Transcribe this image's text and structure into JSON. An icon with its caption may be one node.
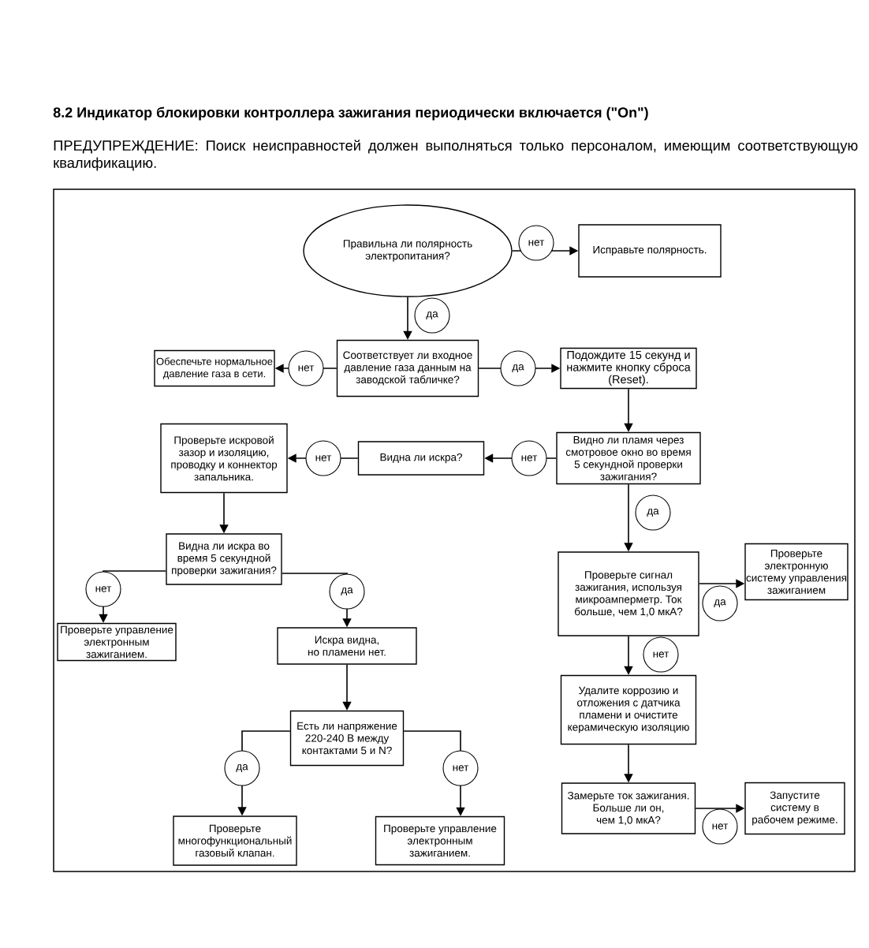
{
  "diagram": {
    "title": "8.2 Индикатор блокировки контроллера зажигания периодически включается (\"On\")",
    "nodes": [
      {
        "text": [
          "Правильна ли полярность электропитания?"
        ]
      },
      {
        "text": [
          "Исправьте полярность."
        ]
      },
      {
        "text": [
          "Соответствует ли входное давление газа данным на заводской табличке?"
        ]
      },
      {
        "text": [
          "Обеспечьте нормальное давление газа в сети."
        ]
      },
      {
        "text": [
          "Подождите 15 секунд и нажмите кнопку сброса (Reset)."
        ]
      },
      {
        "text": [
          "Видно ли пламя через смотровое окно во время 5 секундной проверки зажигания?"
        ]
      },
      {
        "text": [
          "Видна ли искра?"
        ]
      },
      {
        "text": [
          "Проверьте искровой зазор и изоляцию, проводку и коннектор запальника."
        ]
      },
      {
        "text": [
          "Видна ли искра во время 5 секундной проверки зажигания?"
        ]
      },
      {
        "text": [
          "Проверьте управление электронным зажиганием."
        ]
      },
      {
        "text": [
          "Искра видна, но пламени нет."
        ]
      },
      {
        "text": [
          "Есть ли напряжение 220-240 В между контактами 5 и N?"
        ]
      },
      {
        "text": [
          "Проверьте многофункциональный газовый клапан."
        ]
      },
      {
        "text": [
          "Проверьте управление электронным зажиганием."
        ]
      },
      {
        "text": [
          "Проверьте сигнал зажигания, используя микроамперметр. Ток больше, чем 1,0 мкА?"
        ]
      },
      {
        "text": [
          "Проверьте электронную систему управления зажиганием"
        ]
      },
      {
        "text": [
          "Удалите коррозию и отложения с датчика пламени и очистите керамическую изоляцию"
        ]
      },
      {
        "text": [
          "Замерьте ток зажигания. Больше ли он, чем 1,0 мкА?"
        ]
      },
      {
        "text": [
          "Запустите систему в рабочем режиме."
        ]
      }
    ],
    "edges": [
      {
        "from": 0,
        "to": 1,
        "arrow": "to",
        "label": "нет"
      },
      {
        "from": 0,
        "to": 2,
        "arrow": "to",
        "label": "да"
      },
      {
        "from": 2,
        "to": 3,
        "arrow": "to",
        "label": "нет"
      },
      {
        "from": 2,
        "to": 4,
        "arrow": "to",
        "label": "да"
      },
      {
        "from": 4,
        "to": 5,
        "arrow": "to"
      },
      {
        "from": 5,
        "to": 6,
        "arrow": "to",
        "label": "нет"
      },
      {
        "from": 6,
        "to": 7,
        "arrow": "to",
        "label": "нет"
      },
      {
        "from": 7,
        "to": 8,
        "arrow": "to"
      },
      {
        "from": 8,
        "to": 9,
        "arrow": "to",
        "label": "нет"
      },
      {
        "from": 8,
        "to": 10,
        "arrow": "to",
        "label": "да"
      },
      {
        "from": 10,
        "to": 11,
        "arrow": "to"
      },
      {
        "from": 11,
        "to": 12,
        "arrow": "to",
        "label": "да"
      },
      {
        "from": 11,
        "to": 13,
        "arrow": "to",
        "label": "нет"
      },
      {
        "from": 5,
        "to": 14,
        "arrow": "to",
        "label": "да"
      },
      {
        "from": 14,
        "to": 15,
        "arrow": "to",
        "label": "да"
      },
      {
        "from": 14,
        "to": 16,
        "arrow": "to",
        "label": "нет"
      },
      {
        "from": 16,
        "to": 17,
        "arrow": "to"
      },
      {
        "from": 17,
        "to": 18,
        "arrow": "to",
        "label": "нет"
      }
    ],
    "labels": [
      "ПРЕДУПРЕЖДЕНИЕ: Поиск неисправностей должен выполняться только персоналом, имеющим соответствующую квалификацию."
    ]
  }
}
